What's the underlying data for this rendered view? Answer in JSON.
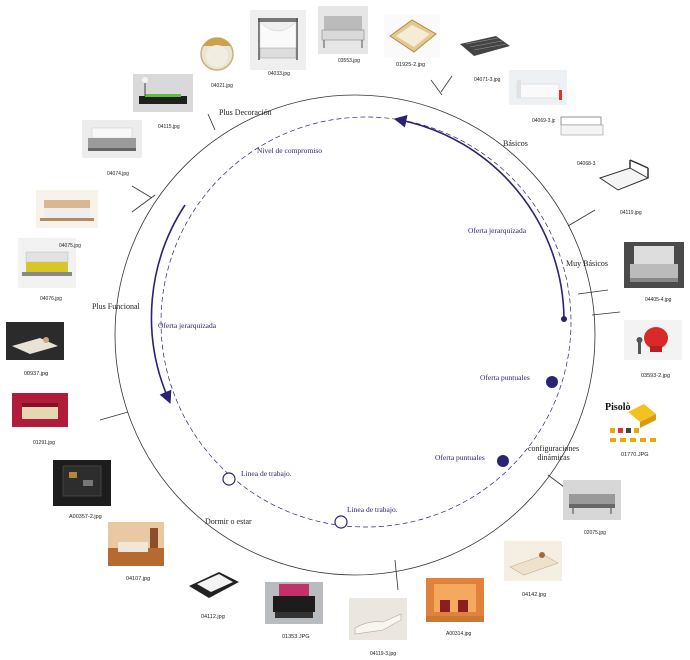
{
  "categories": {
    "plus_decoracion": "Plus  Decoración",
    "basicos": "Básicos",
    "muy_basicos": "Muy Básicos",
    "configuraciones": "configuraciones\ndinámicas",
    "dormir_o_estar": "Dormir o estar",
    "plus_funcional": "Plus Funcional"
  },
  "inner": {
    "nivel_compromiso": "Nivel de compromiso",
    "oferta_jerarquizada_right": "Oferta jerarquizada",
    "oferta_jerarquizada_left": "Oferta jerarquizada",
    "oferta_puntuales_1": "Oferta puntuales",
    "oferta_puntuales_2": "Oferta puntuales",
    "linea_trabajo_1": "Linea de trabajo.",
    "linea_trabajo_2": "Linea de trabajo."
  },
  "captions": {
    "c01": "01925-2.jpg",
    "c02": "04033.jpg",
    "c03": "03553.jpg",
    "c04": "04071-3.jpg",
    "c05": "04069-3.jpg",
    "c06": "04068-3.jpg",
    "c07": "04119.jpg",
    "c08": "04405-4.jpg",
    "c09": "03593-2.jpg",
    "c10": "01770.JPG",
    "c11": "02075.jpg",
    "c12": "04142.jpg",
    "c13": "A00314.jpg",
    "c14": "04119-3.jpg",
    "c15": "01353.JPG",
    "c16": "04112.jpg",
    "c17": "04107.jpg",
    "c18": "A00357-2.jpg",
    "c19": "01291.jpg",
    "c20": "00937.jpg",
    "c21": "04075.jpg",
    "c22": "04076.jpg",
    "c23": "04074.jpg",
    "c24": "04115.jpg",
    "c25": "04021.jpg"
  },
  "logo_text": "Pisolò",
  "colors": {
    "ring": "#333333",
    "accent": "#2a2275"
  }
}
